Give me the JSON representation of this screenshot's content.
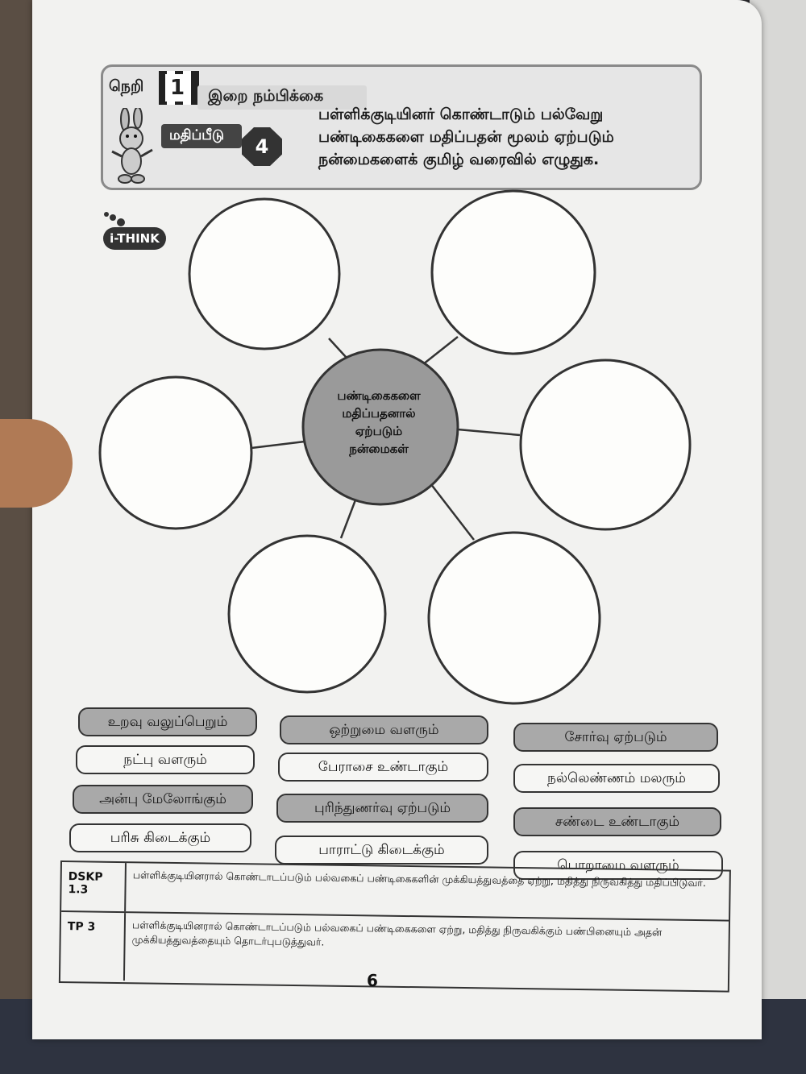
{
  "header": {
    "nerri_label": "நெறி",
    "unit_number": "1",
    "unit_title": "இறை நம்பிக்கை",
    "mathippeedu_label": "மதிப்பீடு",
    "mathippeedu_number": "4",
    "instruction": "பள்ளிக்குடியினர் கொண்டாடும் பல்வேறு பண்டிகைகளை மதிப்பதன் மூலம் ஏற்படும் நன்மைகளைக் குமிழ் வரைவில் எழுதுக."
  },
  "ithink_badge": "i-THINK",
  "bubble_map": {
    "center_lines": [
      "பண்டிகைகளை",
      "மதிப்பதனால்",
      "ஏற்படும்",
      "நன்மைகள்"
    ],
    "center_fill": "#9a9a9a",
    "outer_bubble_count": 6
  },
  "answer_options": [
    {
      "label": "உறவு வலுப்பெறும்",
      "shaded": true
    },
    {
      "label": "ஒற்றுமை வளரும்",
      "shaded": true
    },
    {
      "label": "சோர்வு ஏற்படும்",
      "shaded": true
    },
    {
      "label": "நட்பு வளரும்",
      "shaded": false
    },
    {
      "label": "பேராசை உண்டாகும்",
      "shaded": false
    },
    {
      "label": "நல்லெண்ணம் மலரும்",
      "shaded": false
    },
    {
      "label": "அன்பு மேலோங்கும்",
      "shaded": true
    },
    {
      "label": "புரிந்துணர்வு ஏற்படும்",
      "shaded": true
    },
    {
      "label": "சண்டை உண்டாகும்",
      "shaded": true
    },
    {
      "label": "பரிசு கிடைக்கும்",
      "shaded": false
    },
    {
      "label": "பாராட்டு கிடைக்கும்",
      "shaded": false
    },
    {
      "label": "பொறாமை வளரும்",
      "shaded": false
    }
  ],
  "standards_table": [
    {
      "code": "DSKP 1.3",
      "description": "பள்ளிக்குடியினரால் கொண்டாடப்படும் பல்வகைப் பண்டிகைகளின் முக்கியத்துவத்தை ஏற்று, மதித்து நிருவகித்து மதிப்பிடுவர்."
    },
    {
      "code": "TP 3",
      "description": "பள்ளிக்குடியினரால் கொண்டாடப்படும் பல்வகைப் பண்டிகைகளை ஏற்று, மதித்து நிருவகிக்கும் பண்பினையும் அதன் முக்கியத்துவத்தையும் தொடர்புபடுத்துவர்."
    }
  ],
  "page_number": "6"
}
